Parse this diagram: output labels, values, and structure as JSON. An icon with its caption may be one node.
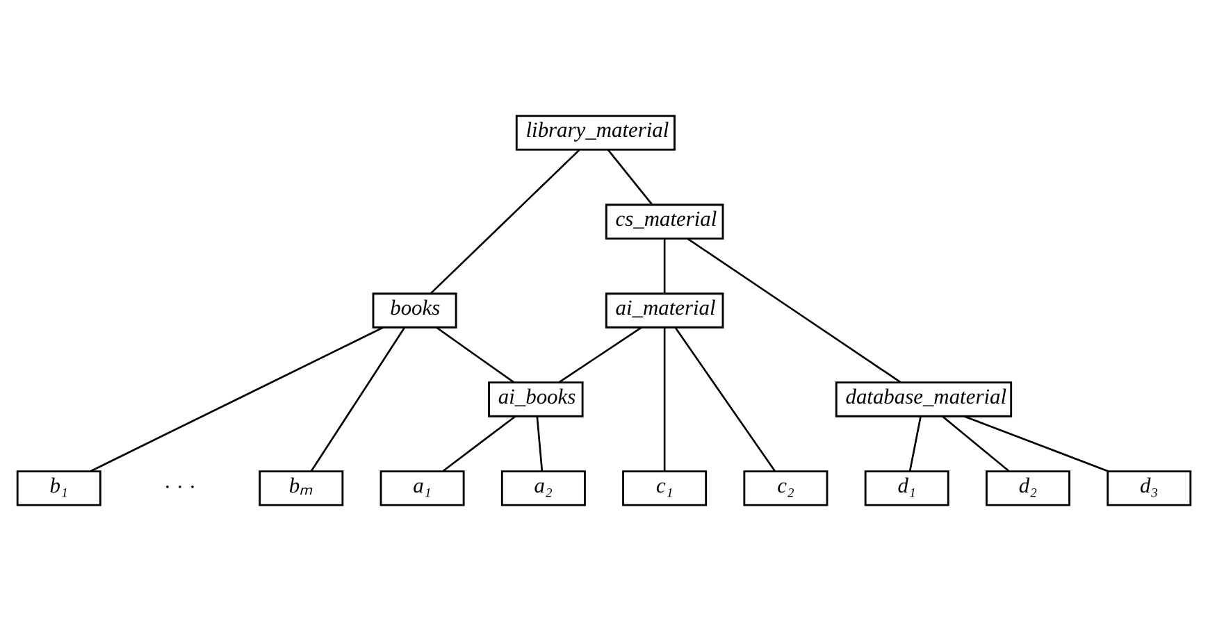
{
  "diagram": {
    "nodes": [
      {
        "text": [
          "library_material"
        ]
      },
      {
        "text": [
          "cs_material"
        ]
      },
      {
        "text": [
          "books"
        ]
      },
      {
        "text": [
          "ai_material"
        ]
      },
      {
        "text": [
          "database_material"
        ]
      },
      {
        "text": [
          "ai_books"
        ]
      },
      {
        "text": [
          "b₁"
        ]
      },
      {
        "text": [
          "bₘ"
        ]
      },
      {
        "text": [
          "a₁"
        ]
      },
      {
        "text": [
          "a₂"
        ]
      },
      {
        "text": [
          "c₁"
        ]
      },
      {
        "text": [
          "c₂"
        ]
      },
      {
        "text": [
          "d₁"
        ]
      },
      {
        "text": [
          "d₂"
        ]
      },
      {
        "text": [
          "d₃"
        ]
      }
    ],
    "edges": [
      {
        "from": 0,
        "to": 2,
        "arrow": "none"
      },
      {
        "from": 0,
        "to": 1,
        "arrow": "none"
      },
      {
        "from": 1,
        "to": 3,
        "arrow": "none"
      },
      {
        "from": 1,
        "to": 4,
        "arrow": "none"
      },
      {
        "from": 2,
        "to": 6,
        "arrow": "none"
      },
      {
        "from": 2,
        "to": 7,
        "arrow": "none"
      },
      {
        "from": 2,
        "to": 5,
        "arrow": "none"
      },
      {
        "from": 3,
        "to": 5,
        "arrow": "none"
      },
      {
        "from": 3,
        "to": 10,
        "arrow": "none"
      },
      {
        "from": 3,
        "to": 11,
        "arrow": "none"
      },
      {
        "from": 5,
        "to": 8,
        "arrow": "none"
      },
      {
        "from": 5,
        "to": 9,
        "arrow": "none"
      },
      {
        "from": 4,
        "to": 12,
        "arrow": "none"
      },
      {
        "from": 4,
        "to": 13,
        "arrow": "none"
      },
      {
        "from": 4,
        "to": 14,
        "arrow": "none"
      }
    ],
    "labels": [
      "· · ·"
    ]
  }
}
